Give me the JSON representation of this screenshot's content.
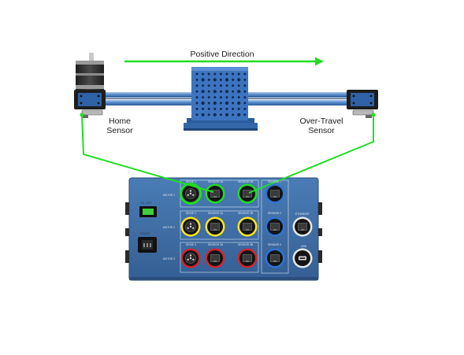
{
  "labels": {
    "direction": "Positive Direction",
    "home_sensor_line1": "Home",
    "home_sensor_line2": "Sensor",
    "overtravel_line1": "Over-Travel",
    "overtravel_line2": "Sensor"
  },
  "panel": {
    "onoff": "ON / OFF",
    "power": "POWER",
    "ethernet": "ETHERNET",
    "usb": "USB",
    "motor_1": "MOTOR 1",
    "motor_2": "MOTOR 2",
    "motor_3": "MOTOR 3",
    "drive_1": "DRIVE 1",
    "drive_2": "DRIVE 2",
    "drive_3": "DRIVE 3",
    "sensor_1a": "SENSOR 1A",
    "sensor_1b": "SENSOR 1B",
    "sensor_2a": "SENSOR 2A",
    "sensor_2b": "SENSOR 2B",
    "sensor_3a": "SENSOR 3A",
    "sensor_3b": "SENSOR 3B",
    "sensor_1": "SENSOR 1",
    "sensor_2": "SENSOR 2",
    "sensor_3": "SENSOR 3"
  },
  "colors": {
    "green": "#22dd22",
    "yellow": "#ffe61a",
    "red": "#d6232a",
    "blue": "#2f74d6",
    "panel": "#3e6ea6"
  }
}
